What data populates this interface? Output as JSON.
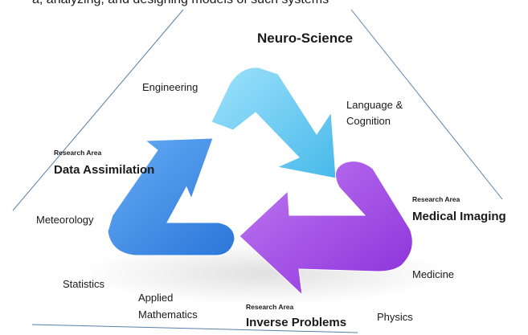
{
  "top_text": "a, analyzing, and designing models of such systems",
  "header": "Neuro-Science",
  "research_area_label": "Research Area",
  "areas": {
    "left": "Data Assimilation",
    "right": "Medical Imaging",
    "bottom": "Inverse Problems"
  },
  "disciplines": {
    "engineering": "Engineering",
    "language_line1": "Language &",
    "language_line2": "Cognition",
    "meteorology": "Meteorology",
    "statistics": "Statistics",
    "applied_line1": "Applied",
    "applied_line2": "Mathematics",
    "medicine": "Medicine",
    "physics": "Physics"
  },
  "colors": {
    "arrow_top": "#6fd0f3",
    "arrow_left": "#3f8ee6",
    "arrow_right": "#a54de6",
    "triangle_line": "#5a7fa8"
  }
}
